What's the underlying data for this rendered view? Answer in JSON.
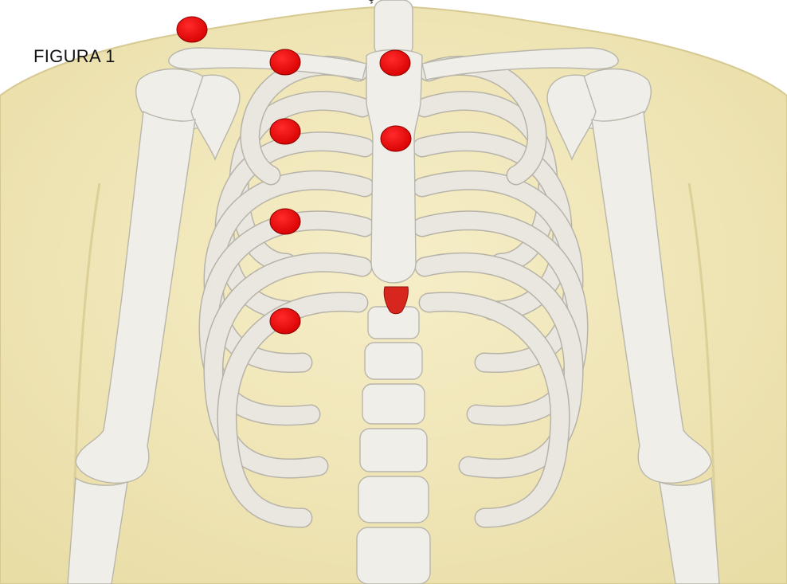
{
  "figure": {
    "label": "FIGURA 1",
    "top_text": "Ç"
  },
  "colors": {
    "background_skin": "#f3e9b8",
    "bone": "#efeee8",
    "marker": "#ee0000",
    "xiphoid_marker": "#d7261e"
  },
  "markers": [
    {
      "name": "marker-shoulder"
    },
    {
      "name": "marker-clavicle-right"
    },
    {
      "name": "marker-sternal-notch"
    },
    {
      "name": "marker-right-2nd-rib"
    },
    {
      "name": "marker-sternum-upper"
    },
    {
      "name": "marker-right-4th-rib"
    },
    {
      "name": "marker-right-6th-rib"
    }
  ],
  "xiphoid": {
    "name": "xiphoid-process-marker"
  }
}
